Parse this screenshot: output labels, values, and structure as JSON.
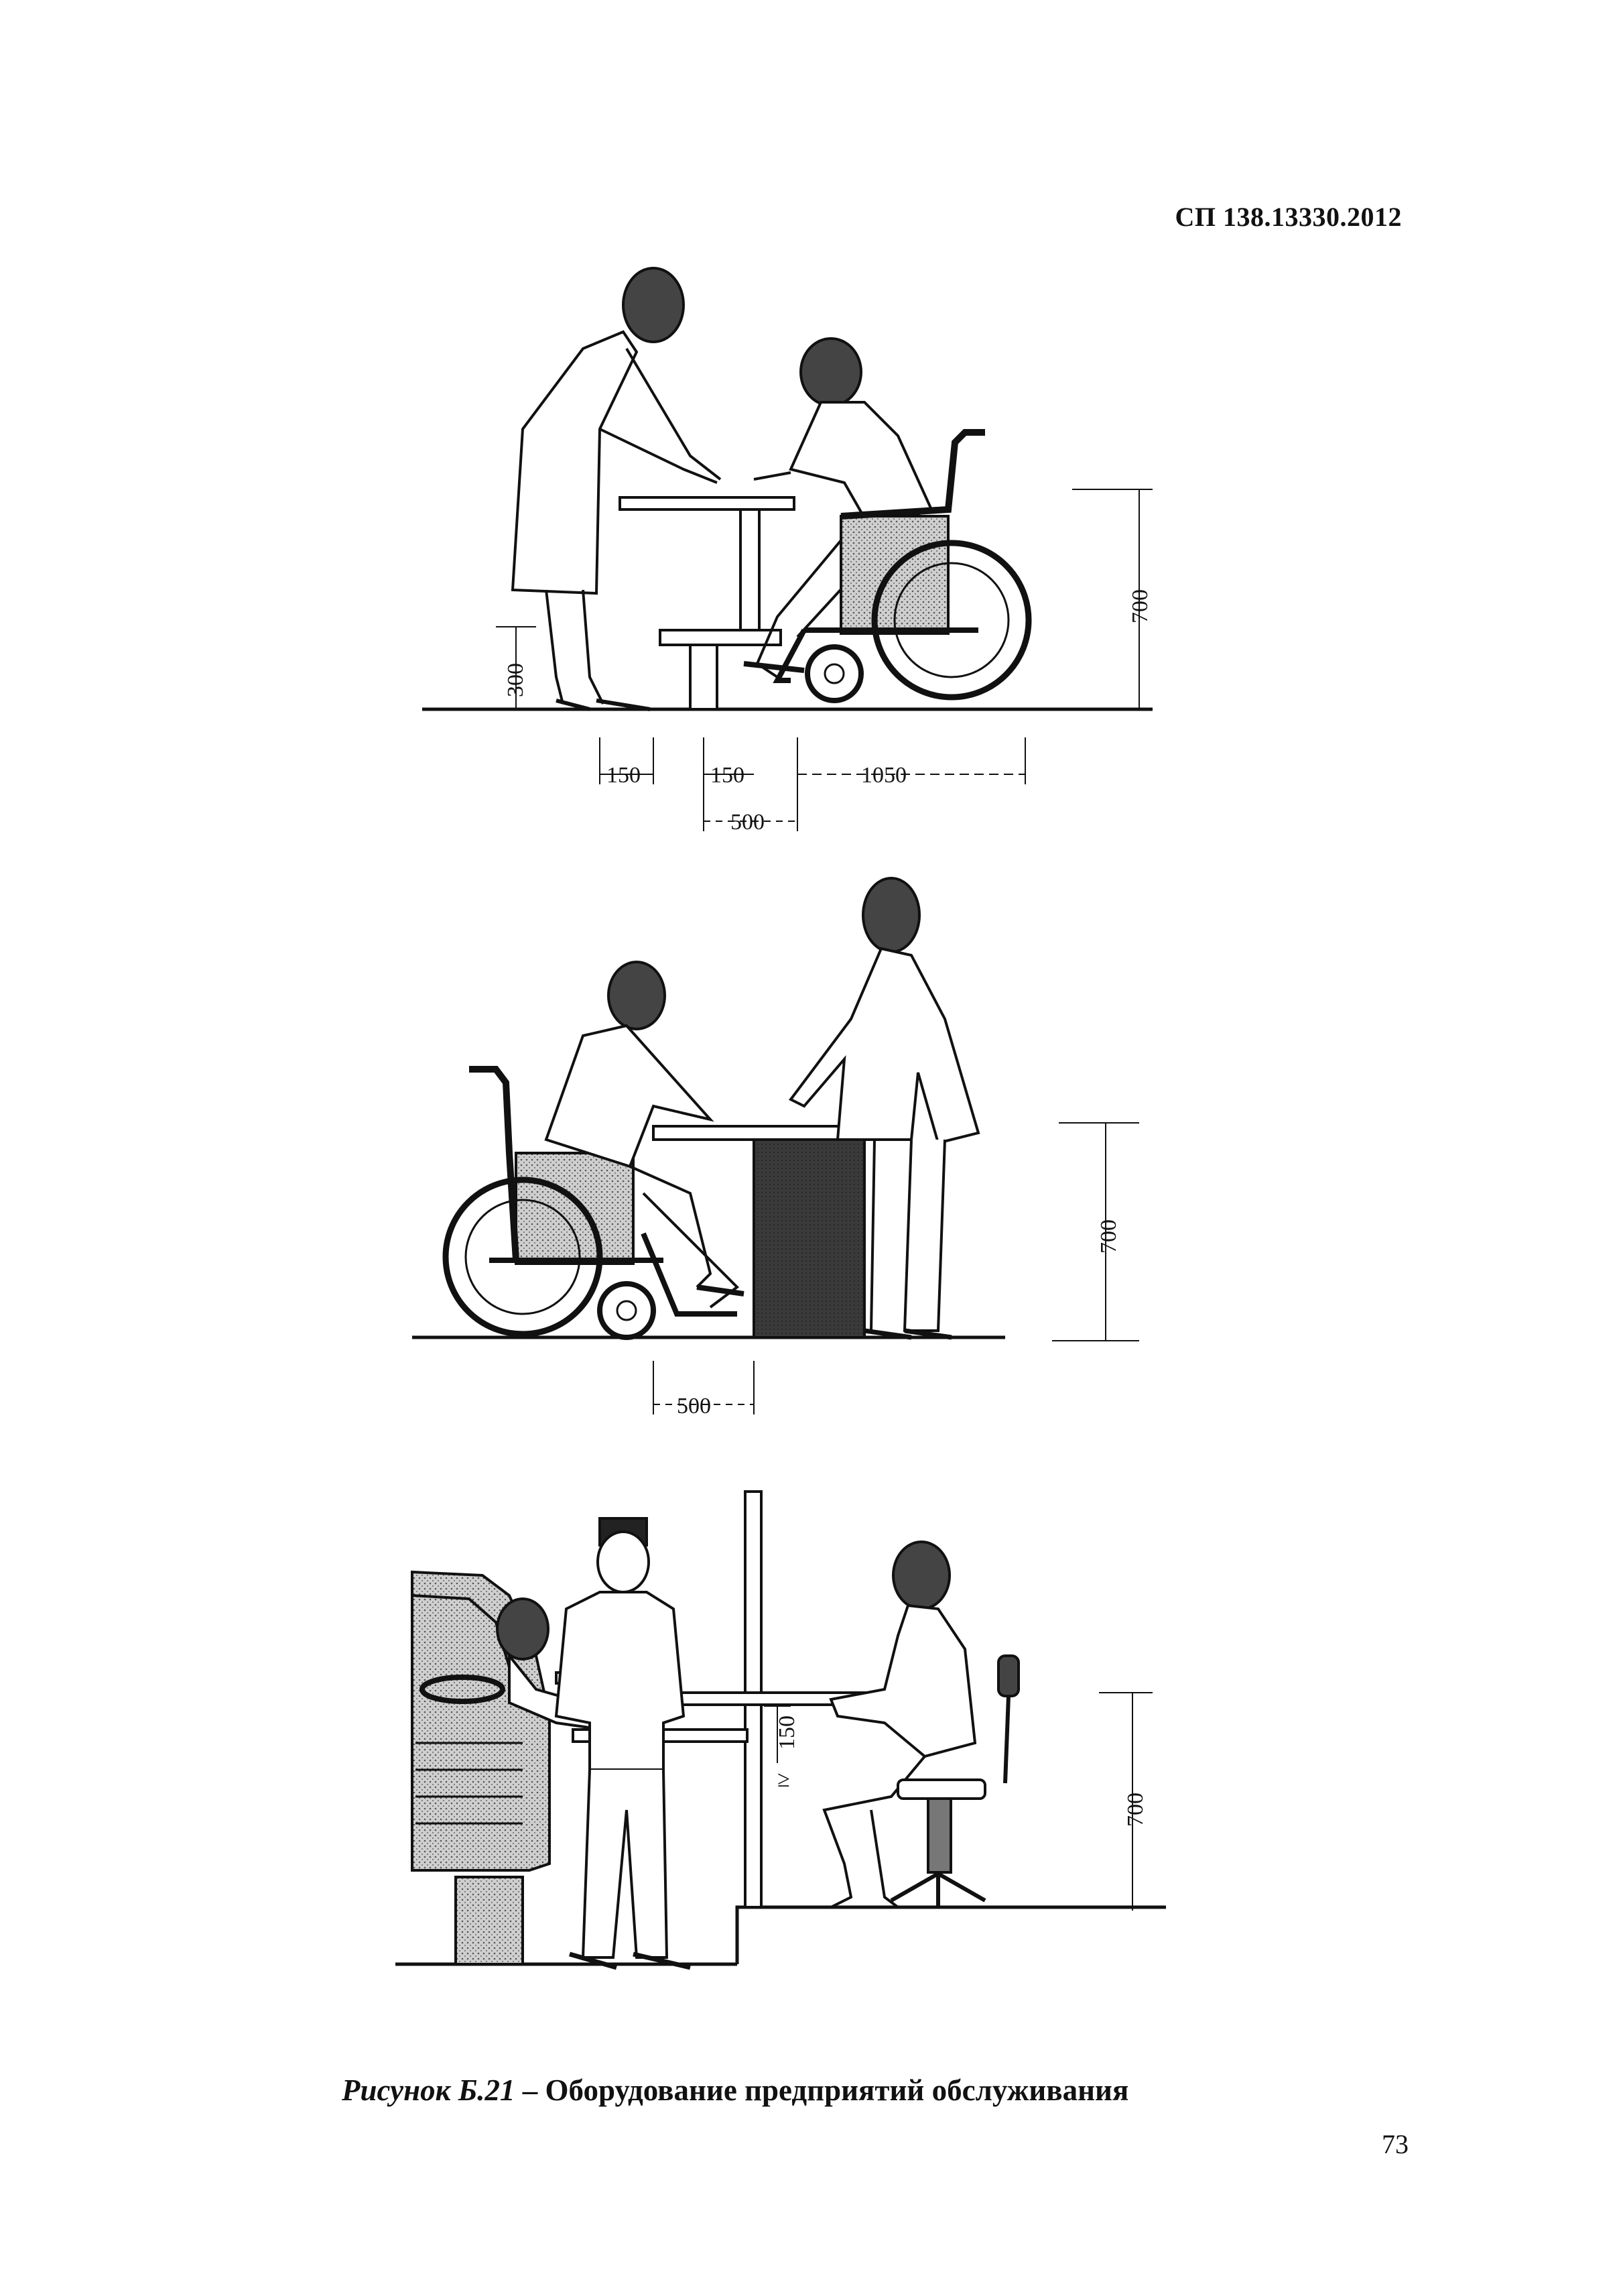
{
  "header": {
    "doc_code": "СП 138.13330.2012"
  },
  "figure": {
    "caption_label": "Рисунок Б.21",
    "caption_dash": " – ",
    "caption_text": "Оборудование предприятий обслуживания",
    "panel1": {
      "dim_height": "700",
      "dim_seat_height": "300",
      "dim_a": "150",
      "dim_b": "150",
      "dim_c": "1050",
      "dim_d": "500"
    },
    "panel2": {
      "dim_height": "700",
      "dim_knee": "500"
    },
    "panel3": {
      "dim_height": "700",
      "dim_gap": "150",
      "dim_gap_prefix": "≥"
    }
  },
  "footer": {
    "page_number": "73"
  }
}
